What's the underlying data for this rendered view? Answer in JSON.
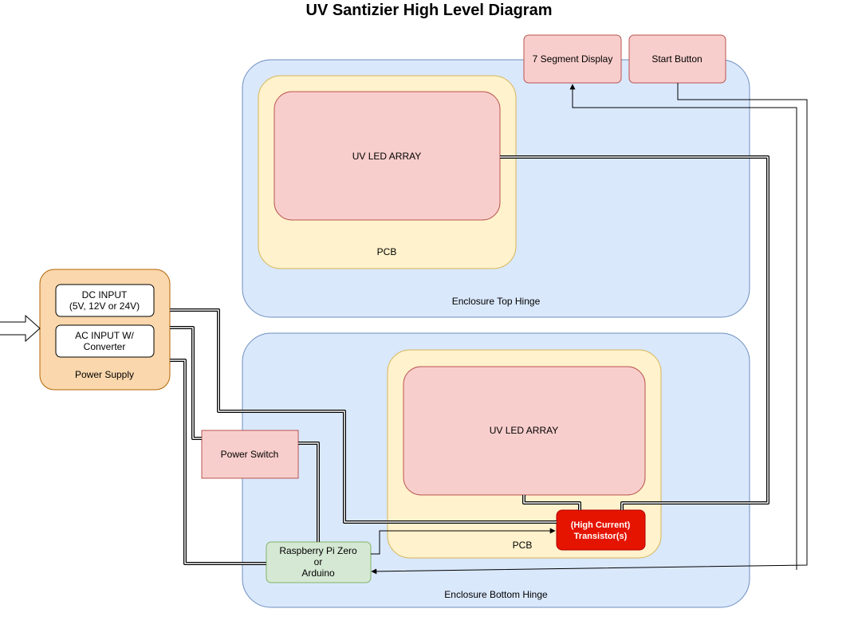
{
  "title": "UV Santizier High Level Diagram",
  "colors": {
    "enclosure_fill": "#dae8fc",
    "enclosure_stroke": "#6c8ebf",
    "pcb_fill": "#fff2cc",
    "pcb_stroke": "#d6b656",
    "led_fill": "#f8cecc",
    "led_stroke": "#b85450",
    "power_supply_fill": "#fad7ac",
    "power_supply_stroke": "#b46504",
    "controller_fill": "#d5e8d4",
    "controller_stroke": "#82b366",
    "transistor_fill": "#e51400",
    "transistor_stroke": "#b20000"
  },
  "enclosure_top": {
    "label": "Enclosure Top Hinge",
    "pcb_label": "PCB",
    "led_label": "UV LED ARRAY"
  },
  "enclosure_bottom": {
    "label": "Enclosure Bottom Hinge",
    "pcb_label": "PCB",
    "led_label": "UV LED ARRAY"
  },
  "display": {
    "label": "7 Segment Display"
  },
  "start_button": {
    "label": "Start Button"
  },
  "power_supply": {
    "label": "Power Supply",
    "dc_input": [
      "DC INPUT",
      "(5V, 12V or 24V)"
    ],
    "ac_input": [
      "AC INPUT W/",
      "Converter"
    ]
  },
  "power_switch": {
    "label": "Power Switch"
  },
  "controller": {
    "lines": [
      "Raspberry Pi Zero",
      "or",
      "Arduino"
    ]
  },
  "transistor": {
    "lines": [
      "(High Current)",
      "Transistor(s)"
    ]
  },
  "input_arrow": {
    "icon": "hollow-arrow-right-icon"
  }
}
